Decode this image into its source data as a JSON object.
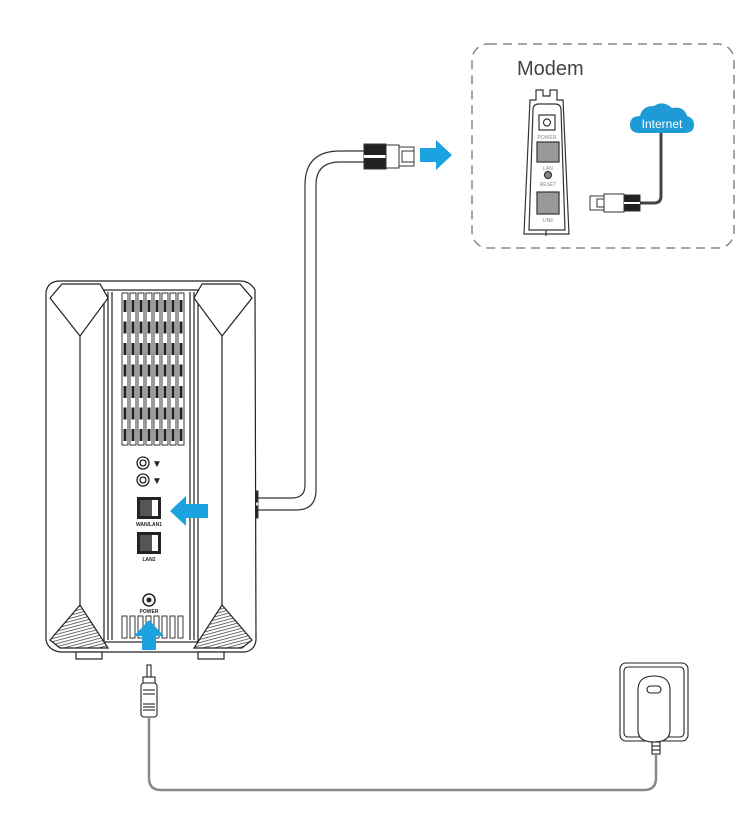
{
  "diagram": {
    "modem_panel": {
      "title": "Modem",
      "port_labels": {
        "power": "POWER",
        "lan": "LAN",
        "reset": "RESET",
        "line": "LINE"
      }
    },
    "cloud": {
      "label": "Internet",
      "color": "#1e9ad6"
    },
    "router": {
      "port_labels": {
        "wan_lan1": "WAN/LAN1",
        "lan2": "LAN2",
        "power": "POWER"
      },
      "led_icons": [
        "wifi-led-1-icon",
        "wifi-led-2-icon"
      ]
    },
    "arrows": {
      "color": "#1aa3e0",
      "items": [
        {
          "name": "arrow-to-modem-lan",
          "direction": "right"
        },
        {
          "name": "arrow-to-router-wan",
          "direction": "left"
        },
        {
          "name": "arrow-to-router-power",
          "direction": "up"
        }
      ]
    },
    "cables": {
      "ethernet_color": "#333333",
      "power_color": "#888888"
    }
  }
}
